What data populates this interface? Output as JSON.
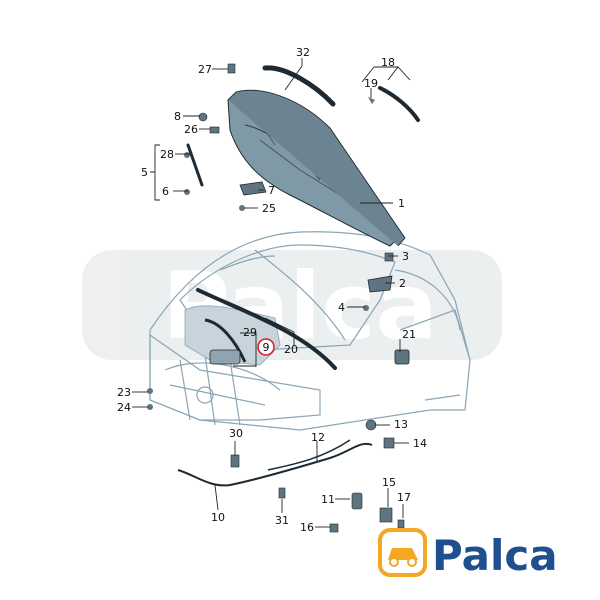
{
  "parts": [
    {
      "id": "p1",
      "num": "1"
    },
    {
      "id": "p2",
      "num": "2"
    },
    {
      "id": "p3",
      "num": "3"
    },
    {
      "id": "p4",
      "num": "4"
    },
    {
      "id": "p5",
      "num": "5"
    },
    {
      "id": "p6",
      "num": "6"
    },
    {
      "id": "p7",
      "num": "7"
    },
    {
      "id": "p8",
      "num": "8"
    },
    {
      "id": "p9",
      "num": "9"
    },
    {
      "id": "p10",
      "num": "10"
    },
    {
      "id": "p11",
      "num": "11"
    },
    {
      "id": "p12",
      "num": "12"
    },
    {
      "id": "p13",
      "num": "13"
    },
    {
      "id": "p14",
      "num": "14"
    },
    {
      "id": "p15",
      "num": "15"
    },
    {
      "id": "p16",
      "num": "16"
    },
    {
      "id": "p17",
      "num": "17"
    },
    {
      "id": "p18",
      "num": "18"
    },
    {
      "id": "p19",
      "num": "19"
    },
    {
      "id": "p20",
      "num": "20"
    },
    {
      "id": "p21",
      "num": "21"
    },
    {
      "id": "p23",
      "num": "23"
    },
    {
      "id": "p24",
      "num": "24"
    },
    {
      "id": "p25",
      "num": "25"
    },
    {
      "id": "p26",
      "num": "26"
    },
    {
      "id": "p27",
      "num": "27"
    },
    {
      "id": "p28",
      "num": "28"
    },
    {
      "id": "p29",
      "num": "29"
    },
    {
      "id": "p30",
      "num": "30"
    },
    {
      "id": "p31",
      "num": "31"
    },
    {
      "id": "p32",
      "num": "32"
    }
  ],
  "highlight": {
    "part": "9",
    "color": "#e02020"
  },
  "watermark": {
    "text": "Palca"
  },
  "logo": {
    "text": "Palca",
    "accent": "#f5a623",
    "text_color": "#1f4f8f"
  },
  "colors": {
    "hood_fill": "#7e95a3",
    "car_body": "#e6edf2",
    "engine_bay": "#b8c7d0",
    "line": "#222222"
  }
}
